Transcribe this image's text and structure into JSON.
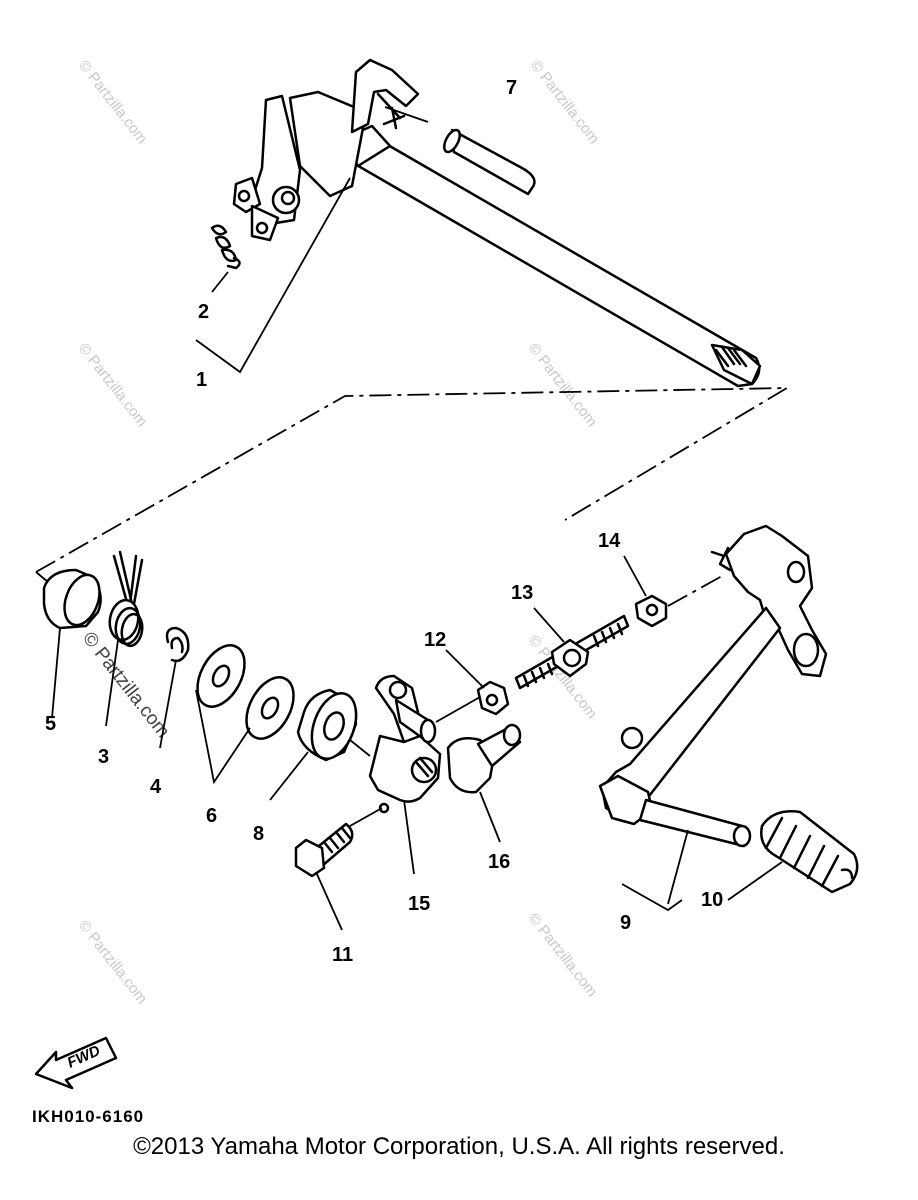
{
  "callouts": {
    "c1": "1",
    "c2": "2",
    "c3": "3",
    "c4": "4",
    "c5": "5",
    "c6": "6",
    "c7": "7",
    "c8": "8",
    "c9": "9",
    "c10": "10",
    "c11": "11",
    "c12": "12",
    "c13": "13",
    "c14": "14",
    "c15": "15",
    "c16": "16"
  },
  "fwd_label": "FWD",
  "diagram_code": "IKH010-6160",
  "watermark": "© Partzilla.com",
  "copyright": "©2013  Yamaha Motor Corporation, U.S.A. All rights reserved."
}
